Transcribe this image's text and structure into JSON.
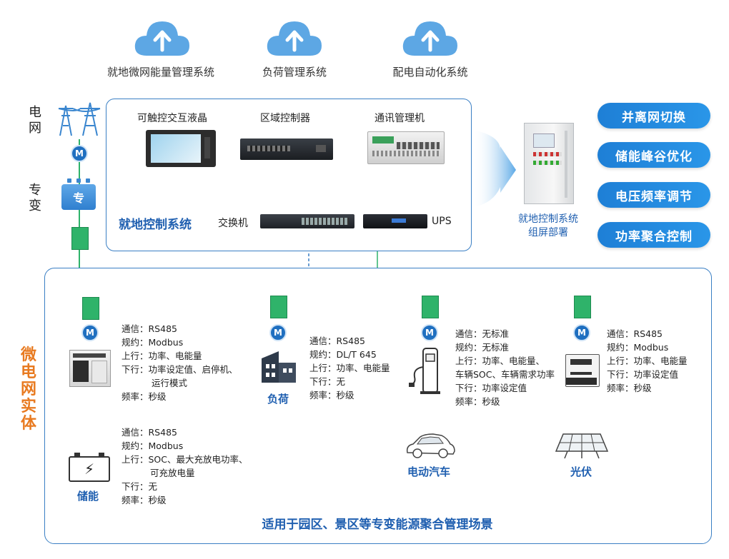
{
  "clouds": [
    {
      "label": "就地微网能量管理系统",
      "icon": "cloud-upload-icon"
    },
    {
      "label": "负荷管理系统",
      "icon": "cloud-upload-icon"
    },
    {
      "label": "配电自动化系统",
      "icon": "cloud-upload-icon"
    }
  ],
  "grid": {
    "label_line1": "电",
    "label_line2": "网",
    "transformer_label1": "专",
    "transformer_label2": "变",
    "transformer_badge": "专",
    "motor": "M"
  },
  "control_system": {
    "title": "就地控制系统",
    "devices": {
      "touch_lcd": "可触控交互液晶",
      "area_controller": "区域控制器",
      "comm_manager": "通讯管理机",
      "switch": "交换机",
      "ups": "UPS"
    }
  },
  "cabinet": {
    "label_line1": "就地控制系统",
    "label_line2": "组屏部署"
  },
  "functions": [
    "并离网切换",
    "储能峰谷优化",
    "电压频率调节",
    "功率聚合控制"
  ],
  "microgrid": {
    "vertical_label": [
      "微",
      "电",
      "网",
      "实",
      "体"
    ],
    "footer": "适用于园区、景区等专变能源聚合管理场景",
    "motor": "M",
    "pcs_spec": [
      "通信：RS485",
      "规约：Modbus",
      "上行：功率、电能量",
      "下行：功率设定值、启停机、",
      "运行模式",
      "频率：秒级"
    ],
    "storage": {
      "label": "储能",
      "spec": [
        "通信：RS485",
        "规约：Modbus",
        "上行：SOC、最大充放电功率、",
        "可充放电量",
        "下行：无",
        "频率：秒级"
      ]
    },
    "load": {
      "label": "负荷",
      "spec": [
        "通信：RS485",
        "规约：DL/T 645",
        "上行：功率、电能量",
        "下行：无",
        "频率：秒级"
      ]
    },
    "ev": {
      "label": "电动汽车",
      "spec": [
        "通信：无标准",
        "规约：无标准",
        "上行：功率、电能量、",
        "车辆SOC、车辆需求功率",
        "下行：功率设定值",
        "频率：秒级"
      ]
    },
    "pv": {
      "label": "光伏",
      "spec": [
        "通信：RS485",
        "规约：Modbus",
        "上行：功率、电能量",
        "下行：功率设定值",
        "频率：秒级"
      ]
    }
  },
  "colors": {
    "accent": "#1f6fc0",
    "panel_border": "#3a7fc4",
    "green_line": "#2fb36a",
    "orange": "#e87a20"
  }
}
